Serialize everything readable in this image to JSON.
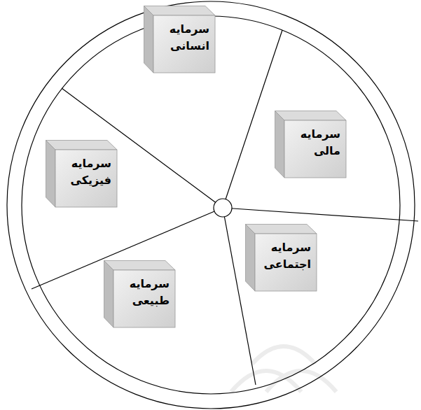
{
  "diagram": {
    "nodes": [
      {
        "text": [
          "سرمایه انسانی"
        ]
      },
      {
        "text": [
          "سرمایه مالی"
        ]
      },
      {
        "text": [
          "سرمایه اجتماعی"
        ]
      },
      {
        "text": [
          "سرمایه طبیعی"
        ]
      },
      {
        "text": [
          "سرمایه فیزیکی"
        ]
      }
    ]
  }
}
